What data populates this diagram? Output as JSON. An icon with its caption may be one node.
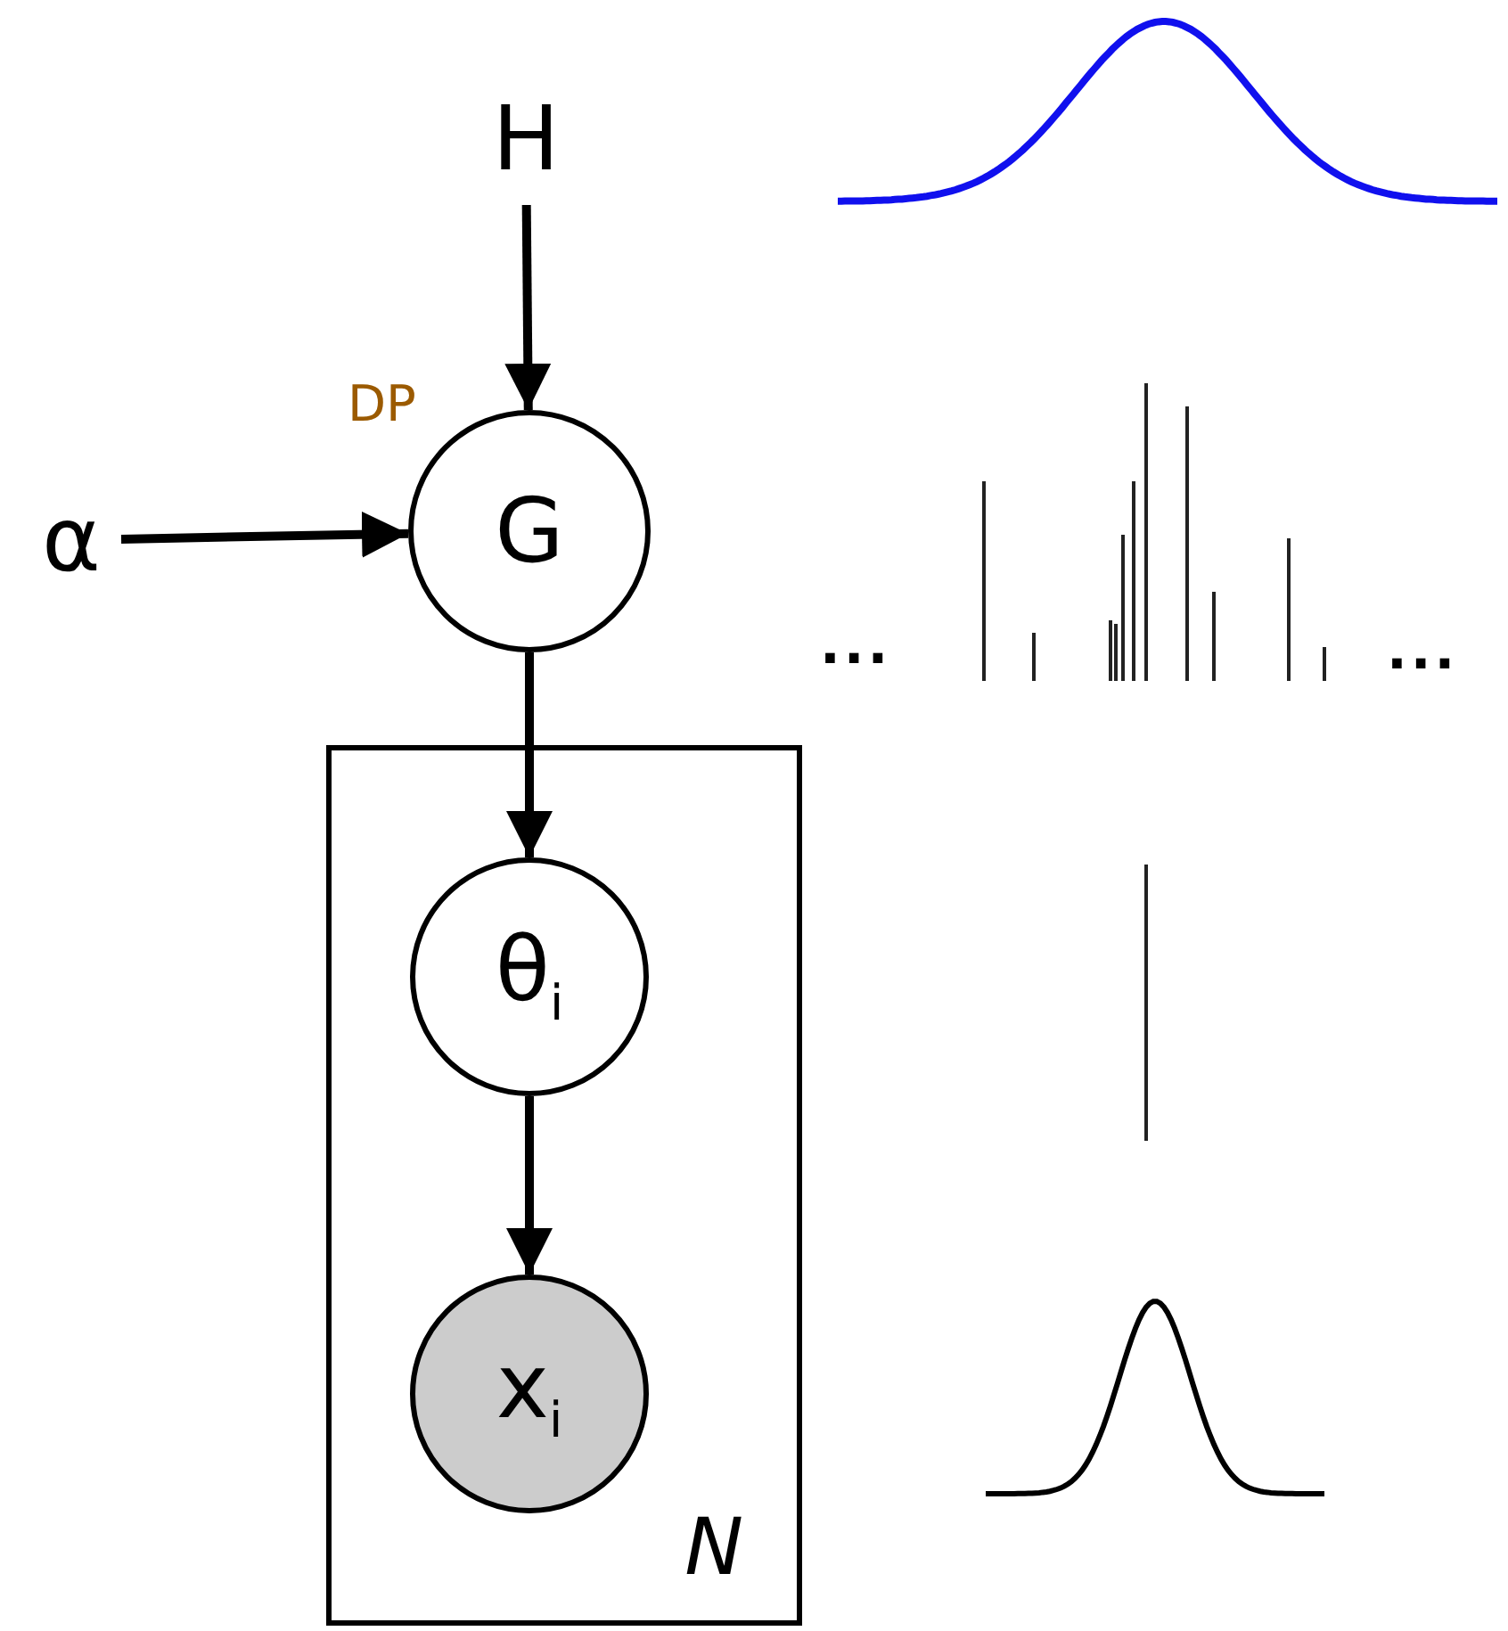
{
  "diagram": {
    "nodes": [
      {
        "text": [
          "H"
        ]
      },
      {
        "text": [
          "α"
        ]
      },
      {
        "text": [
          "G"
        ],
        "beside": [
          "DP"
        ]
      },
      {
        "text": [
          "N"
        ]
      },
      {
        "text": [
          "θ$_{i}$"
        ],
        "in": 3
      },
      {
        "text": [
          "x$_{i}$"
        ],
        "in": 3
      }
    ],
    "edges": [
      {
        "from": 0,
        "to": 2,
        "arrow": "to"
      },
      {
        "from": 1,
        "to": 2,
        "arrow": "to"
      },
      {
        "from": 2,
        "to": 4,
        "arrow": "to"
      },
      {
        "from": 4,
        "to": 5,
        "arrow": "to"
      }
    ],
    "labels": [
      "...",
      "..."
    ]
  }
}
